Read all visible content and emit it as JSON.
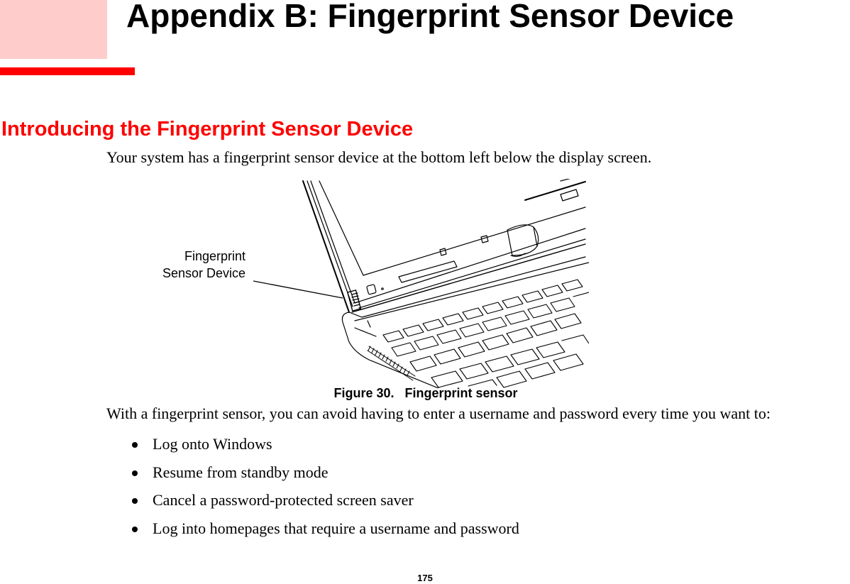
{
  "header": {
    "chapter_title": "Appendix B: Fingerprint Sensor Device",
    "accent_color": "#ff0000",
    "tab_color": "#ffcccc"
  },
  "section": {
    "heading": "Introducing the Fingerprint Sensor Device",
    "intro": "Your system has a fingerprint sensor device at the bottom left below the display screen."
  },
  "figure": {
    "callout_line1": "Fingerprint",
    "callout_line2": "Sensor Device",
    "caption": "Figure 30.   Fingerprint sensor",
    "illustration": "laptop-line-drawing"
  },
  "body": {
    "lead": "With a fingerprint sensor, you can avoid having to enter a username and password every time you want to:",
    "bullets": [
      "Log onto Windows",
      "Resume from standby mode",
      "Cancel a password-protected screen saver",
      "Log into homepages that require a username and password"
    ]
  },
  "footer": {
    "page_number": "175"
  }
}
